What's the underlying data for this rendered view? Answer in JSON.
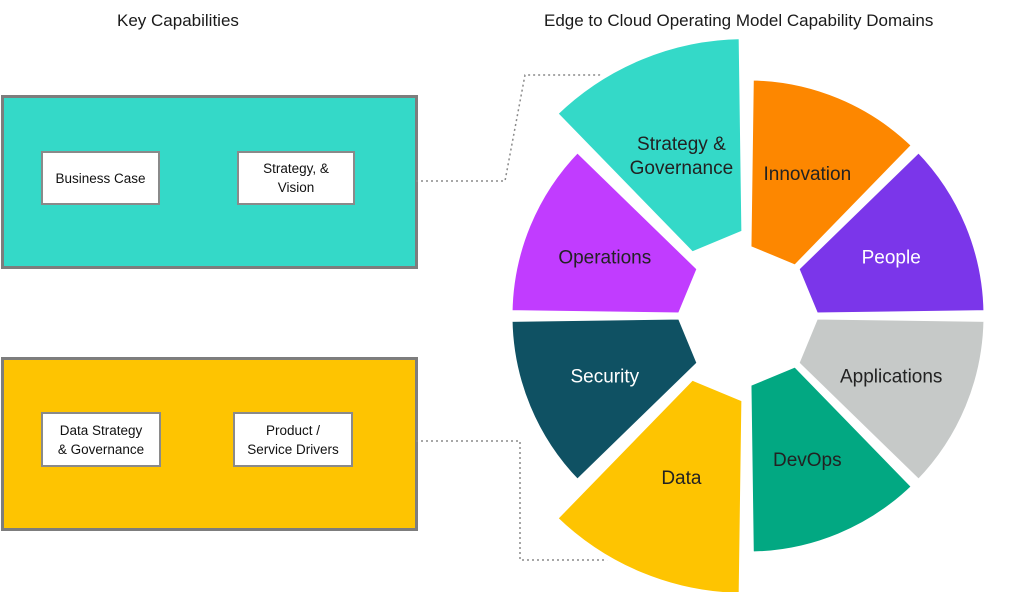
{
  "headings": {
    "left": "Key Capabilities",
    "right": "Edge to Cloud Operating Model Capability Domains"
  },
  "panels": [
    {
      "color": "#34d9c8",
      "capabilities": [
        "Business Case",
        "Strategy, &\nVision"
      ]
    },
    {
      "color": "#fec401",
      "capabilities": [
        "Data Strategy\n& Governance",
        "Product /\nService Drivers"
      ]
    }
  ],
  "wheel": {
    "segments": [
      {
        "label": "Strategy &\nGovernance",
        "color": "#34d9c8",
        "text_color": "#222222",
        "exploded": true
      },
      {
        "label": "Innovation",
        "color": "#fd8700",
        "text_color": "#222222"
      },
      {
        "label": "People",
        "color": "#7b36ea",
        "text_color": "#ffffff"
      },
      {
        "label": "Applications",
        "color": "#c6c9c8",
        "text_color": "#222222"
      },
      {
        "label": "DevOps",
        "color": "#02a882",
        "text_color": "#222222"
      },
      {
        "label": "Data",
        "color": "#fec401",
        "text_color": "#222222",
        "exploded": true
      },
      {
        "label": "Security",
        "color": "#0f5163",
        "text_color": "#ffffff"
      },
      {
        "label": "Operations",
        "color": "#c13cff",
        "text_color": "#222222"
      }
    ]
  },
  "connector_color": "#8a8a8a"
}
